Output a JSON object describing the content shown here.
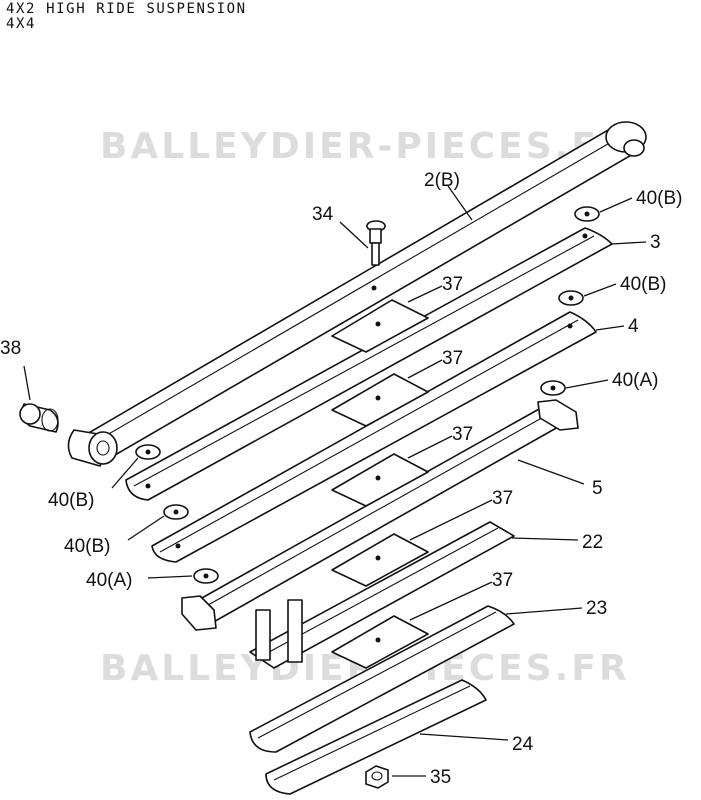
{
  "header": {
    "line1": "4X2 HIGH RIDE SUSPENSION",
    "line2": "4X4"
  },
  "watermarks": [
    "BALLEYDIER-PIECES.FR",
    "BALLEYDIER-PIECES.FR"
  ],
  "callouts": {
    "c2": "2(B)",
    "c34": "34",
    "c40b_1": "40(B)",
    "c3": "3",
    "c37_1": "37",
    "c40b_2": "40(B)",
    "c4": "4",
    "c38": "38",
    "c37_2": "37",
    "c40a_1": "40(A)",
    "c37_3": "37",
    "c5": "5",
    "c40b_3": "40(B)",
    "c37_4": "37",
    "c40b_4": "40(B)",
    "c22": "22",
    "c40a_2": "40(A)",
    "c37_5": "37",
    "c23": "23",
    "c24": "24",
    "c35": "35"
  }
}
